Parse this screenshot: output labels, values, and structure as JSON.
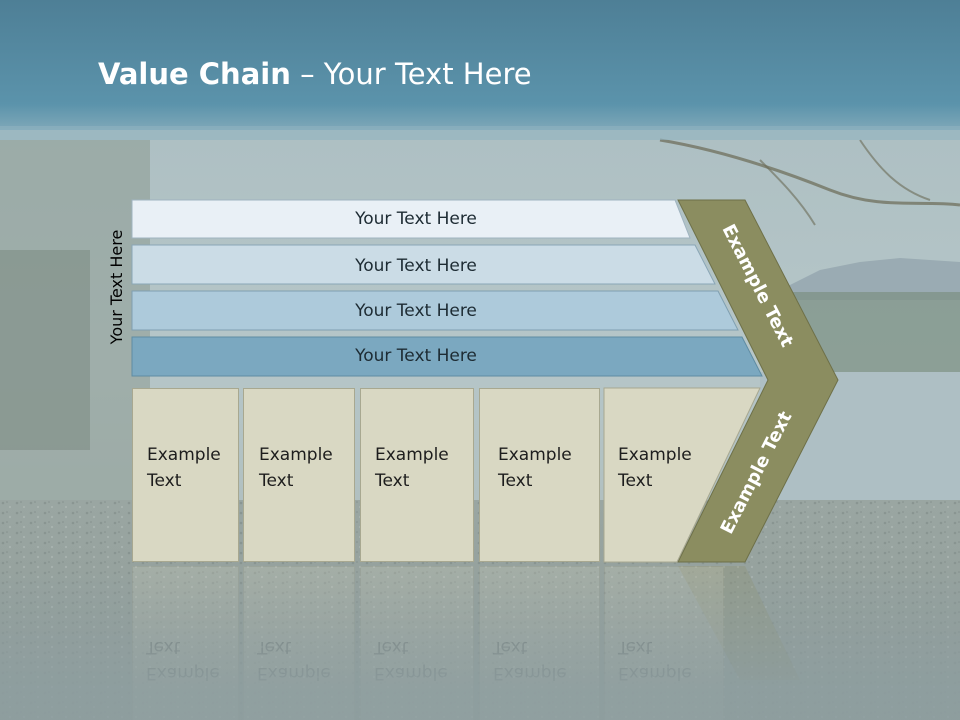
{
  "title": {
    "bold": "Value Chain",
    "rest": " – Your Text Here"
  },
  "side_label": "Your Text Here",
  "bands": [
    {
      "label": "Your Text Here",
      "color": "#e9f0f6"
    },
    {
      "label": "Your Text Here",
      "color": "#cbdce6"
    },
    {
      "label": "Your Text Here",
      "color": "#adcadb"
    },
    {
      "label": "Your Text Here",
      "color": "#7ba8c0"
    }
  ],
  "boxes": [
    {
      "line1": "Example",
      "line2": "Text"
    },
    {
      "line1": "Example",
      "line2": "Text"
    },
    {
      "line1": "Example",
      "line2": "Text"
    },
    {
      "line1": "Example",
      "line2": "Text"
    },
    {
      "line1": "Example",
      "line2": "Text"
    }
  ],
  "chevron": {
    "upper": "Example Text",
    "lower": "Example Text",
    "color": "#8b8d60"
  },
  "colors": {
    "header": "#5b93ab",
    "box": "#d9d8c3",
    "water": "#aebfc4"
  }
}
